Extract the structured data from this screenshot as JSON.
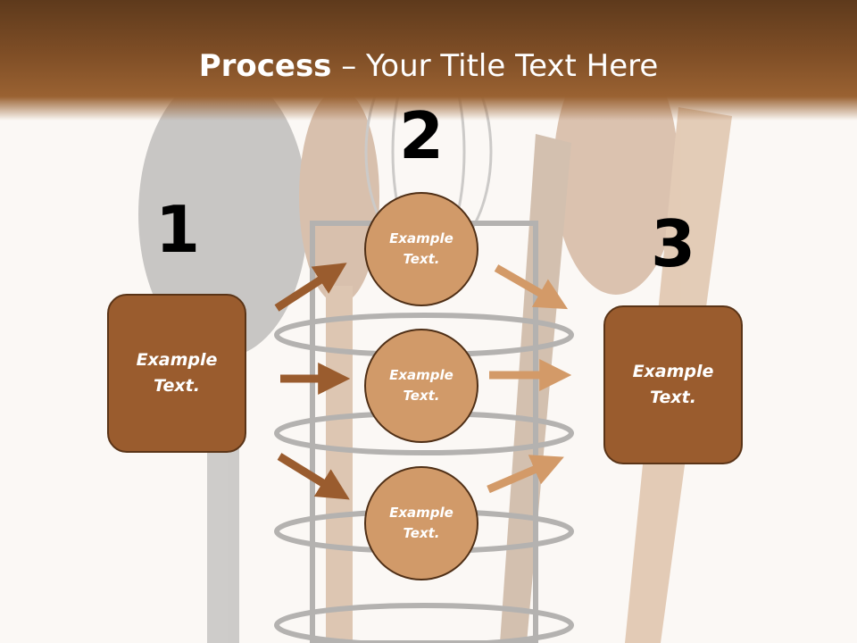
{
  "title": {
    "bold": "Process",
    "rest": " – Your Title Text Here"
  },
  "steps": [
    {
      "number": "1",
      "text": "Example\nText."
    },
    {
      "number": "2",
      "circles": [
        "Example\nText.",
        "Example\nText.",
        "Example\nText."
      ]
    },
    {
      "number": "3",
      "text": "Example\nText."
    }
  ],
  "colors": {
    "box": "#9a5c2e",
    "circle": "#d19a69",
    "arrow_dark": "#9a5c2e",
    "arrow_light": "#d39a68",
    "title_bar": "#7f4e26"
  }
}
